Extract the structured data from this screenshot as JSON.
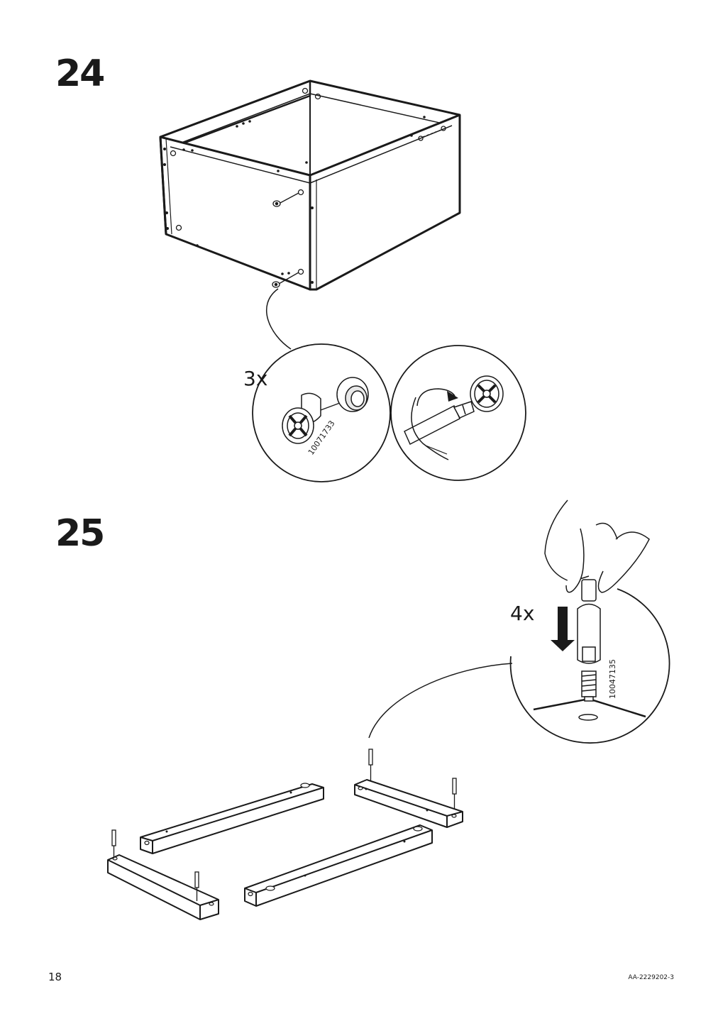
{
  "steps": [
    {
      "number": "24",
      "quantity": "3x",
      "part_number": "10071733"
    },
    {
      "number": "25",
      "quantity": "4x",
      "part_number": "10047135"
    }
  ],
  "footer": {
    "page_number": "18",
    "document_id": "AA-2229202-3"
  }
}
